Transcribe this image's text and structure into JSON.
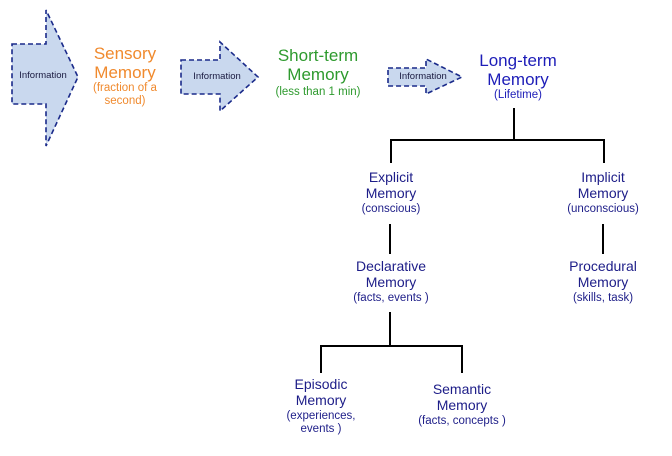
{
  "colors": {
    "sensory": "#f08a2e",
    "short_term": "#2e9a2e",
    "long_term": "#1d1db8",
    "tree_text": "#1d1d88",
    "arrow_fill": "#c9d8ee",
    "arrow_stroke": "#1a2a8a",
    "connector": "#000000"
  },
  "arrows": [
    "Information",
    "Information",
    "Information"
  ],
  "sensory": {
    "title1": "Sensory",
    "title2": "Memory",
    "note1": "(fraction of a",
    "note2": "second)"
  },
  "short_term": {
    "title1": "Short-term",
    "title2": "Memory",
    "note": "(less than 1 min)"
  },
  "long_term": {
    "title1": "Long-term",
    "title2": "Memory",
    "note": "(Lifetime)"
  },
  "explicit": {
    "title1": "Explicit",
    "title2": "Memory",
    "note": "(conscious)"
  },
  "implicit": {
    "title1": "Implicit",
    "title2": "Memory",
    "note": "(unconscious)"
  },
  "declarative": {
    "title1": "Declarative",
    "title2": "Memory",
    "note": "(facts, events )"
  },
  "procedural": {
    "title1": "Procedural",
    "title2": "Memory",
    "note": "(skills, task)"
  },
  "episodic": {
    "title1": "Episodic",
    "title2": "Memory",
    "note1": "(experiences,",
    "note2": "events )"
  },
  "semantic": {
    "title1": "Semantic",
    "title2": "Memory",
    "note": "(facts, concepts )"
  }
}
